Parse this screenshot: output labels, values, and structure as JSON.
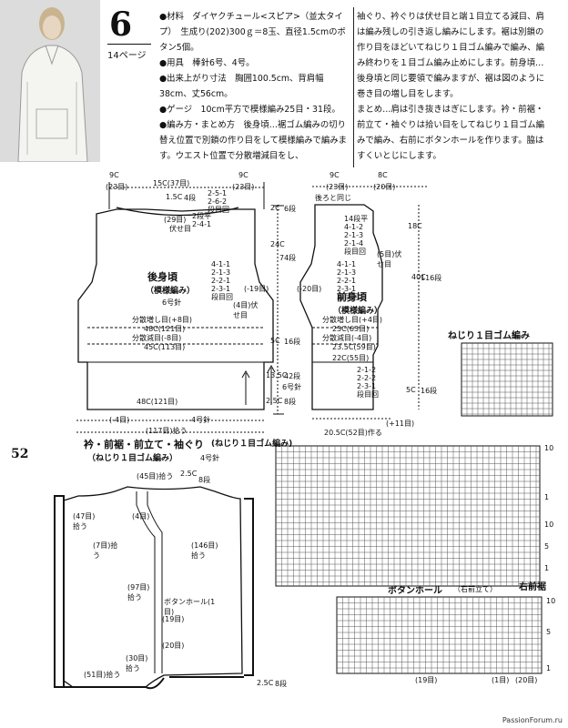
{
  "header": {
    "pattern_number": "6",
    "page_ref": "14ページ"
  },
  "instructions": {
    "materials": "●材料　ダイヤクチュール<スピア>（並太タイプ）　生成り(202)300ｇ＝8玉、直径1.5cmのボタン5個。",
    "tools": "●用具　棒針6号、4号。",
    "size": "●出来上がり寸法　胸囲100.5cm、背肩幅38cm、丈56cm。",
    "gauge": "●ゲージ　10cm平方で模様編み25目・31段。",
    "method_1": "●編み方・まとめ方　後身頃…裾ゴム編みの切り替え位置で別鎖の作り目をして模様編みで編みます。ウエスト位置で分散増減目をし、",
    "method_2": "袖ぐり、衿ぐりは伏せ目と端１目立てる減目、肩は編み残しの引き返し編みにします。裾は別鎖の作り目をほどいてねじり１目ゴム編みで編み、編み終わりを１目ゴム編み止めにします。前身頃…後身頃と同じ要領で編みますが、裾は図のように巻き目の増し目をします。",
    "method_3": "まとめ…肩は引き抜きはぎにします。衿・前裾・前立て・袖ぐりは拾い目をしてねじり１目ゴム編みで編み、右前にボタンホールを作ります。脇はすくいとじにします。"
  },
  "back_body": {
    "title": "後身頃",
    "subtitle": "（模様編み）",
    "needle": "6号針",
    "top_widths": [
      "9C",
      "15C(37目)",
      "9C"
    ],
    "top_sts": [
      "(23目)",
      "(23目)"
    ],
    "shoulder_rows": [
      "2-5-1",
      "2-6-2",
      "段目回"
    ],
    "neck_dec": "1.5C",
    "neck_rows": "4段",
    "neck_count": "(29目)",
    "neck_bind": "伏せ目",
    "neck_level": "2段平",
    "neck_rule": "2-4-1",
    "arm_dec": [
      "4-1-1",
      "2-1-3",
      "2-2-1",
      "2-3-1",
      "段目回"
    ],
    "arm_bind": "(4目)伏せ目",
    "side_sts": "(-19目)",
    "waist_inc": "分散増し目(+8目)",
    "width_48": "48C(121目)",
    "waist_dec": "分散減目(-8目)",
    "width_45": "45C(113目)",
    "rib_width": "48C(121目)",
    "rib_needle": "4号針",
    "rib_dec": "(-4目)",
    "hem_pickup": "(117目)拾う",
    "rib_label": "(ねじり１目ゴム編み)"
  },
  "front_body": {
    "title": "前身頃",
    "subtitle": "（模様編み）",
    "needle": "6号針",
    "top_widths": [
      "9C",
      "8C"
    ],
    "top_sts": [
      "(23目)",
      "(20目)"
    ],
    "same_as_back": "後ろと同じ",
    "neck_dec": [
      "14段平",
      "4-1-2",
      "2-1-3",
      "2-1-4",
      "段目回"
    ],
    "arm_dec": [
      "4-1-1",
      "2-1-3",
      "2-2-1",
      "2-3-1",
      "段目回"
    ],
    "arm_bind": "(5目)伏せ目",
    "side_sts": "(-20目)",
    "waist_inc": "分散増し目(+4目)",
    "width_25": "25C(63目)",
    "waist_dec": "分散減目(-4目)",
    "width_23": "23.5C(59目)",
    "width_22": "22C(55目)",
    "hem_inc": [
      "2-1-2",
      "2-2-2",
      "2-3-1",
      "段目回"
    ],
    "hem_width": "20.5C(52目)作る",
    "hem_plus": "(+11目)"
  },
  "vertical_dims": [
    "2C",
    "6段",
    "24C",
    "74段",
    "5C",
    "16段",
    "13.5C",
    "42段",
    "2.5C",
    "8段",
    "18C",
    "40C",
    "116段",
    "5C",
    "16段"
  ],
  "rib_chart_title": "ねじり１目ゴム編み",
  "edge_section": {
    "title": "衿・前裾・前立て・袖ぐり",
    "subtitle": "（ねじり１目ゴム編み）",
    "needle": "4号針",
    "labels": [
      "(45目)拾う",
      "2.5C",
      "8段",
      "(4目)",
      "(47目)拾う",
      "(7目)拾う",
      "(146目)拾う",
      "(97目)拾う",
      "ボタンホール(1目)",
      "(19目)",
      "(20目)",
      "(30目)拾う",
      "(51目)拾う",
      "2.5C",
      "8段"
    ]
  },
  "right_front_hem_label": "右前裾",
  "buttonhole_title": "ボタンホール",
  "buttonhole_sub": "（右前立て）",
  "buttonhole_counts": [
    "(19目)",
    "(1目)",
    "(20目)"
  ],
  "chart_numbers": [
    "10",
    "1",
    "10",
    "5",
    "1",
    "10",
    "5",
    "1"
  ],
  "page_number": "52",
  "footer": "PassionForum.ru"
}
